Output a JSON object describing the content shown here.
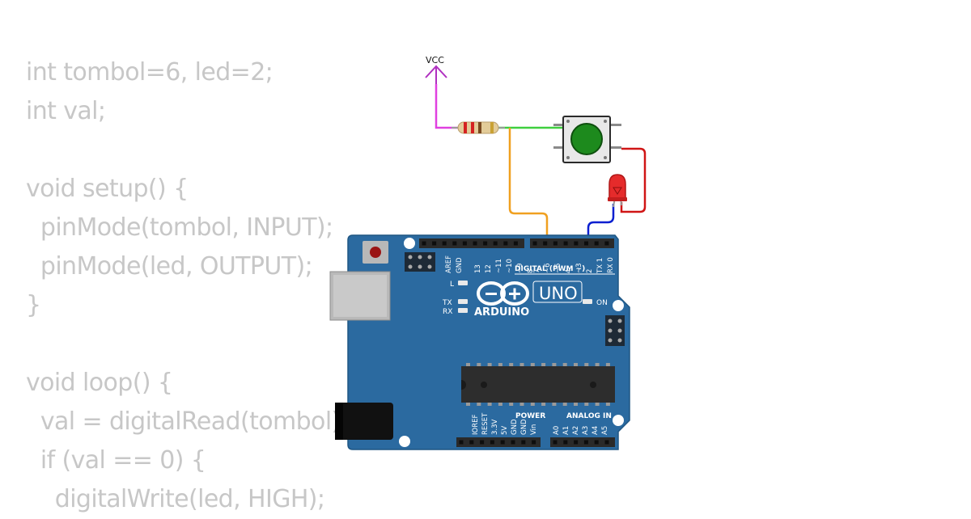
{
  "code_lines": [
    "int tombol=6, led=2;",
    "int val;",
    "",
    "void setup() {",
    "  pinMode(tombol, INPUT);",
    "  pinMode(led, OUTPUT);",
    "}",
    "",
    "void loop() {",
    "  val = digitalRead(tombol);",
    "  if (val == 0) {",
    "    digitalWrite(led, HIGH);"
  ],
  "circuit": {
    "vcc_label": "VCC",
    "board": {
      "brand": "ARDUINO",
      "model": "UNO",
      "digital_label": "DIGITAL (PWM ~)",
      "power_label": "POWER",
      "analog_label": "ANALOG IN",
      "led_l": "L",
      "led_tx": "TX",
      "led_rx": "RX",
      "on_label": "ON",
      "top_pins": [
        "AREF",
        "GND",
        "13",
        "12",
        "~11",
        "~10",
        "~9",
        "8",
        "7",
        "~6",
        "~5",
        "4",
        "~3",
        "2",
        "TX 1",
        "RX 0"
      ],
      "bottom_pins": [
        "IOREF",
        "RESET",
        "3.3V",
        "5V",
        "GND",
        "GND",
        "Vin",
        "A0",
        "A1",
        "A2",
        "A3",
        "A4",
        "A5"
      ]
    }
  },
  "colors": {
    "board": "#2b6aa0",
    "code_text": "#c7c7c7",
    "wire_vcc": "#e040e0",
    "wire_green": "#3fcf3f",
    "wire_orange": "#f0a020",
    "wire_blue": "#0a1fd0",
    "wire_red": "#d01515",
    "button_cap": "#1d8a1d",
    "led_red": "#e52b2b"
  }
}
